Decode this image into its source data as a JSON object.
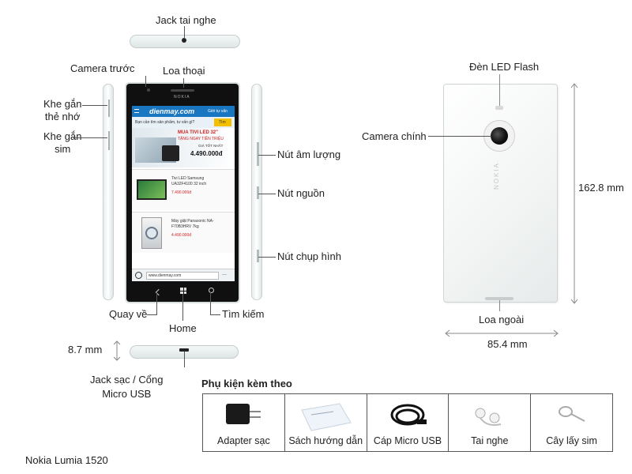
{
  "labels": {
    "jack_tai_nghe": "Jack tai nghe",
    "camera_truoc": "Camera trước",
    "loa_thoai": "Loa thoại",
    "khe_the_nho": "Khe gắn\nthẻ nhớ",
    "khe_sim": "Khe gắn\nsim",
    "nut_am_luong": "Nút âm lượng",
    "nut_nguon": "Nút nguồn",
    "nut_chup_hinh": "Nút chụp hình",
    "quay_ve": "Quay về",
    "home": "Home",
    "tim_kiem": "Tìm kiếm",
    "thickness": "8.7 mm",
    "jack_sac": "Jack sạc / Cổng\nMicro USB",
    "den_led": "Đèn LED Flash",
    "camera_chinh": "Camera chính",
    "loa_ngoai": "Loa ngoài",
    "height": "162.8 mm",
    "width": "85.4 mm"
  },
  "screen": {
    "brand": "NOKIA",
    "site_logo": "dienmay.com",
    "site_menu": "Giới tự vấn",
    "search_placeholder": "Bạn cần tìm sản phẩm, tư vấn gì?",
    "search_button": "Tìm",
    "banner_title": "MUA TIVI LED 32\"",
    "banner_sub": "TẶNG NGAY TIỀN TRIỆU",
    "banner_price_label": "GIÁ TỐT NHẤT",
    "banner_price": "4.490.000đ",
    "item1_name": "Tivi LED Samsung\nUA32F4100 32 inch",
    "item1_price": "7.490.000đ",
    "item2_name": "Máy giặt Panasonic NA-\nF70B3HRV 7kg",
    "item2_price": "4.490.000đ",
    "url": "www.dienmay.com",
    "url_menu": "..."
  },
  "accessories": {
    "title": "Phụ kiện kèm theo",
    "items": [
      {
        "label": "Adapter sạc",
        "icon": "charger-adapter"
      },
      {
        "label": "Sách hướng dẫn",
        "icon": "manual-booklet"
      },
      {
        "label": "Cáp Micro USB",
        "icon": "usb-cable"
      },
      {
        "label": "Tai nghe",
        "icon": "earphones"
      },
      {
        "label": "Cây lấy sim",
        "icon": "sim-eject-tool"
      }
    ]
  },
  "caption": "Nokia Lumia 1520",
  "back_brand": "NOKIA"
}
